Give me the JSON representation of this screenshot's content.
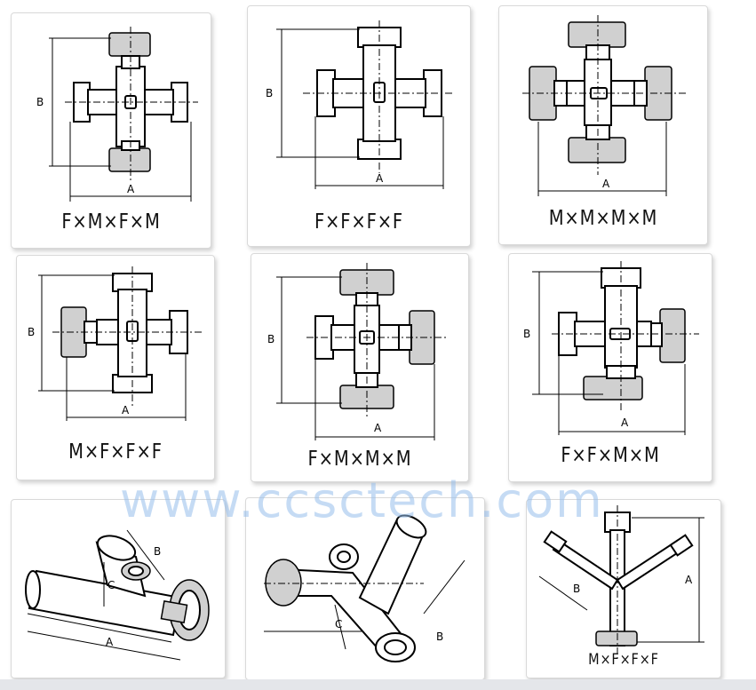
{
  "watermark": "www.ccsctech.com",
  "labels": {
    "a": "A",
    "b": "B",
    "c": "C"
  },
  "fittings": [
    {
      "caption": "F×M×F×M"
    },
    {
      "caption": "F×F×F×F"
    },
    {
      "caption": "M×M×M×M"
    },
    {
      "caption": "M×F×F×F"
    },
    {
      "caption": "F×M×M×M"
    },
    {
      "caption": "F×F×M×M"
    },
    {
      "caption": ""
    },
    {
      "caption": ""
    },
    {
      "caption": "M×F×F×F"
    }
  ]
}
